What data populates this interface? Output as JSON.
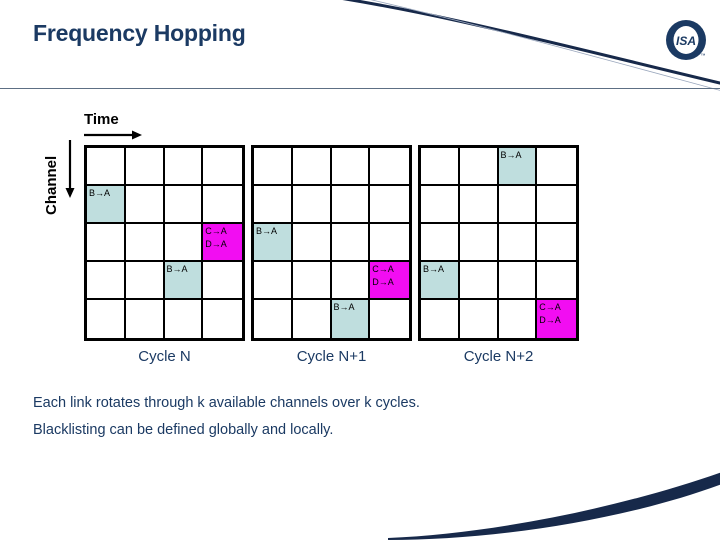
{
  "header": {
    "title": "Frequency Hopping",
    "logo_text": "ISA",
    "accent_color": "#1b3a63",
    "rule_color": "#5d6f84"
  },
  "axes": {
    "time_label": "Time",
    "channel_label": "Channel",
    "time_arrow_icon": "arrow-right-icon",
    "channel_arrow_icon": "arrow-down-icon"
  },
  "legend_colors": {
    "active_link": "#bfdede",
    "collision": "#f20df2",
    "grid_line": "#000000"
  },
  "grids": [
    {
      "id": "cycle-n",
      "caption": "Cycle N",
      "columns": 4,
      "rows": 5,
      "cells": [
        {
          "row": 1,
          "col": 0,
          "fill": "cyan",
          "lines": [
            "B→A"
          ]
        },
        {
          "row": 2,
          "col": 3,
          "fill": "magenta",
          "lines": [
            "C→A",
            "D→A"
          ]
        },
        {
          "row": 3,
          "col": 2,
          "fill": "cyan",
          "lines": [
            "B→A"
          ]
        }
      ]
    },
    {
      "id": "cycle-n1",
      "caption": "Cycle N+1",
      "columns": 4,
      "rows": 5,
      "cells": [
        {
          "row": 2,
          "col": 0,
          "fill": "cyan",
          "lines": [
            "B→A"
          ]
        },
        {
          "row": 3,
          "col": 3,
          "fill": "magenta",
          "lines": [
            "C→A",
            "D→A"
          ]
        },
        {
          "row": 4,
          "col": 2,
          "fill": "cyan",
          "lines": [
            "B→A"
          ]
        }
      ]
    },
    {
      "id": "cycle-n2",
      "caption": "Cycle N+2",
      "columns": 4,
      "rows": 5,
      "cells": [
        {
          "row": 0,
          "col": 2,
          "fill": "cyan",
          "lines": [
            "B→A"
          ]
        },
        {
          "row": 3,
          "col": 0,
          "fill": "cyan",
          "lines": [
            "B→A"
          ]
        },
        {
          "row": 4,
          "col": 3,
          "fill": "magenta",
          "lines": [
            "C→A",
            "D→A"
          ]
        }
      ]
    }
  ],
  "body": {
    "lines": [
      "Each link rotates through k available channels over k cycles.",
      "Blacklisting can be defined globally and locally."
    ]
  }
}
